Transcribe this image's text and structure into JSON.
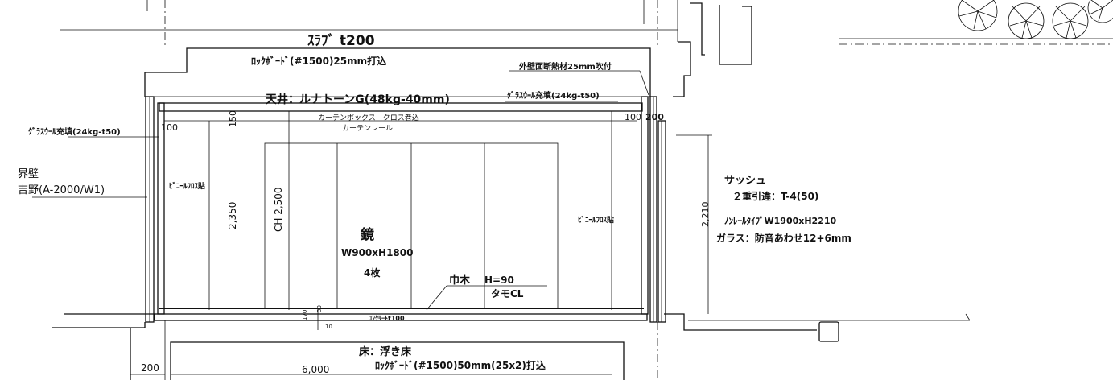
{
  "labels": {
    "slab": "ｽﾗﾌﾞ t200",
    "rockboard_ceiling": "ﾛｯｸﾎﾞｰﾄﾞ(#1500)25mm打込",
    "exterior_insulation": "外壁面断熱材25mm吹付",
    "ceiling": "天井：ルナトーンG(48kg-40mm)",
    "glasswool_right": "ｸﾞﾗｽｳｰﾙ充填(24kg-t50)",
    "glasswool_left": "ｸﾞﾗｽｳｰﾙ充填(24kg-t50)",
    "curtain_box": "カーテンボックス　クロス巻込",
    "curtain_rail": "カーテンレール",
    "wall_title": "界壁",
    "wall_spec": "吉野(A-2000/W1)",
    "vinyl_left": "ﾋﾞﾆｰﾙﾌﾛｽ貼",
    "vinyl_right": "ﾋﾞﾆｰﾙﾌﾛｽ貼",
    "mirror_title": "鏡",
    "mirror_size": "W900xH1800",
    "mirror_count": "4枚",
    "baseboard": "巾木",
    "baseboard_height": "H=90",
    "baseboard_finish": "タモCL",
    "concrete": "ｺﾝｸﾘｰﾄt100",
    "floor": "床：浮き床",
    "floor_rockboard": "ﾛｯｸﾎﾞｰﾄﾞ(#1500)50mm(25x2)打込",
    "sash_title": "サッシュ",
    "sash_type": "２重引違：T-4(50)",
    "sash_size": "ﾉﾝﾚｰﾙﾀｲﾌﾟW1900xH2210",
    "glass": "ガラス：防音あわせ12+6mm"
  },
  "dimensions": {
    "d100_left": "100",
    "d150": "150",
    "d100_right": "100",
    "d200_right": "200",
    "d2350": "2,350",
    "ch2500": "CH 2,500",
    "d2210": "2,210",
    "d170": "170",
    "d30": "30",
    "d10": "10",
    "d200_bottom": "200",
    "d6000": "6,000"
  }
}
